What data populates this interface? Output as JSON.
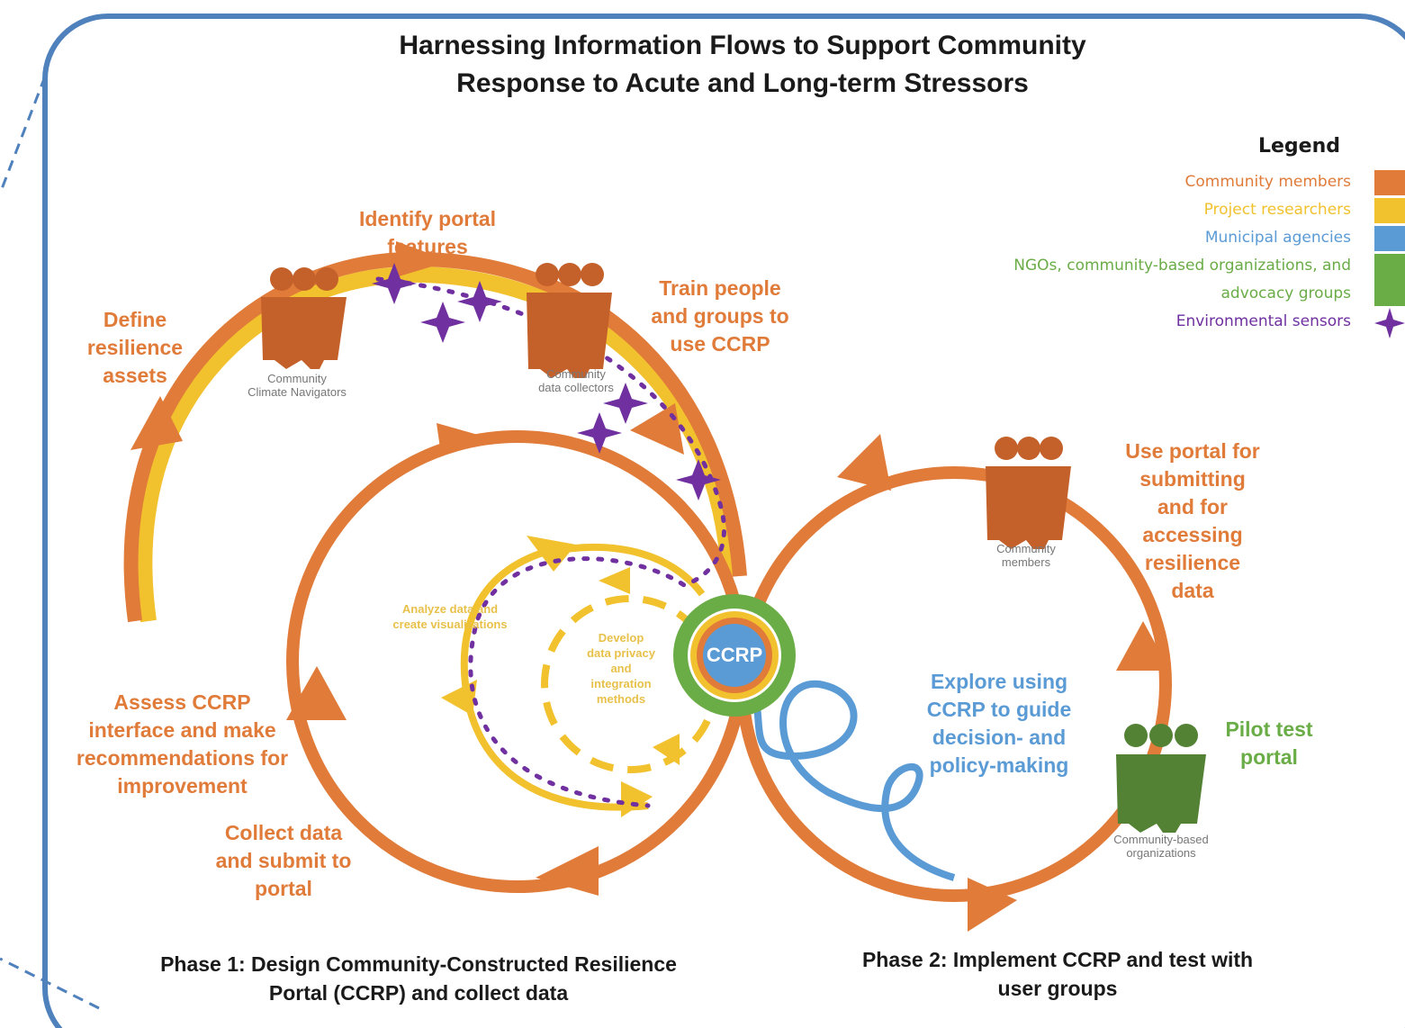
{
  "title": {
    "line1": "Harnessing Information Flows to Support Community",
    "line2": "Response to Acute and Long-term Stressors"
  },
  "legend": {
    "title": "Legend",
    "items": [
      {
        "label": "Community members",
        "color": "#e07b39"
      },
      {
        "label": "Project researchers",
        "color": "#f2c12e"
      },
      {
        "label": "Municipal agencies",
        "color": "#5b9bd5"
      },
      {
        "label": "NGOs, community-based organizations, and",
        "color": "#6aac46"
      },
      {
        "label": "advocacy groups",
        "color": "#6aac46"
      },
      {
        "label": "Environmental sensors",
        "color": "#7030a0",
        "icon": "star-icon"
      }
    ]
  },
  "labels": {
    "define": [
      "Define",
      "resilience",
      "assets"
    ],
    "identify": [
      "Identify portal",
      "features"
    ],
    "train": [
      "Train people",
      "and groups to",
      "use CCRP"
    ],
    "use_portal": [
      "Use portal for",
      "submitting",
      "and for",
      "accessing",
      "resilience",
      "data"
    ],
    "assess": [
      "Assess CCRP",
      "interface and make",
      "recommendations for",
      "improvement"
    ],
    "collect": [
      "Collect data",
      "and submit to",
      "portal"
    ],
    "explore": [
      "Explore using",
      "CCRP to guide",
      "decision- and",
      "policy-making"
    ],
    "pilot": [
      "Pilot test",
      "portal"
    ],
    "analyze": [
      "Analyze data and",
      "create visualizations"
    ],
    "develop": [
      "Develop",
      "data privacy",
      "and",
      "integration",
      "methods"
    ],
    "ccrp": "CCRP"
  },
  "people": {
    "navigators": [
      "Community",
      "Climate Navigators"
    ],
    "collectors": [
      "Community",
      "data collectors"
    ],
    "members": [
      "Community",
      "members"
    ],
    "cbo": [
      "Community-based",
      "organizations"
    ]
  },
  "phases": {
    "phase1": [
      "Phase 1: Design Community-Constructed Resilience",
      "Portal (CCRP) and collect data"
    ],
    "phase2": [
      "Phase 2: Implement CCRP and test with",
      "user groups"
    ]
  },
  "colors": {
    "frame": "#4f81bd",
    "orange": "#e07b39",
    "yellow": "#f2c12e",
    "blue": "#5b9bd5",
    "green": "#6aac46",
    "purple": "#7030a0",
    "person_orange": "#c4612a",
    "person_green": "#548235"
  }
}
